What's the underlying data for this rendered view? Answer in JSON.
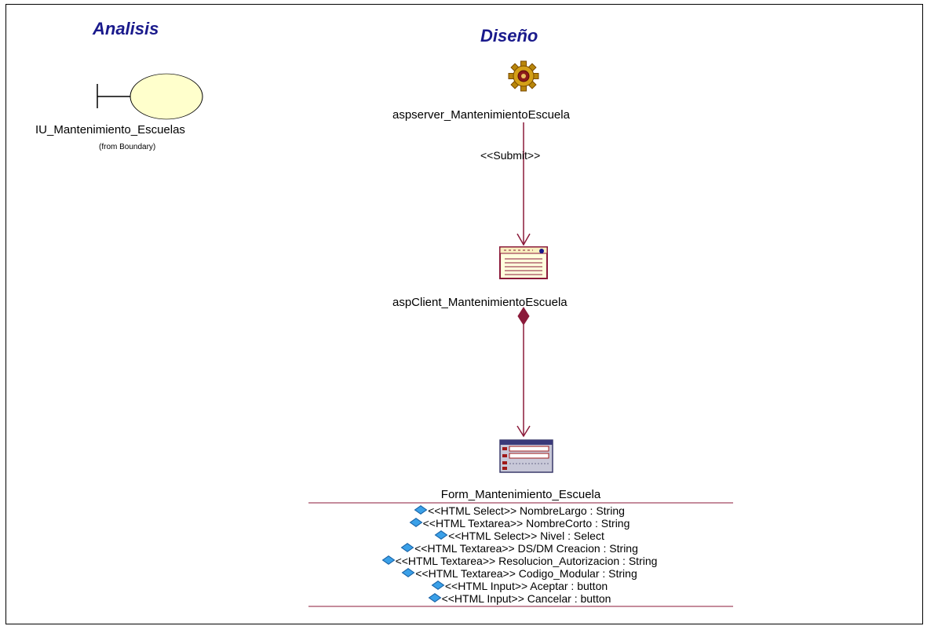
{
  "headings": {
    "analysis": "Analisis",
    "design": "Diseño"
  },
  "boundary": {
    "name": "IU_Mantenimiento_Escuelas",
    "from": "(from Boundary)"
  },
  "server_page": {
    "name": "aspserver_MantenimientoEscuela",
    "icon": "gear-icon"
  },
  "submit_link": {
    "stereotype": "<<Submit>>"
  },
  "client_page": {
    "name": "aspClient_MantenimientoEscuela",
    "icon": "client-page-icon"
  },
  "form": {
    "name": "Form_Mantenimiento_Escuela",
    "icon": "form-icon",
    "attributes": [
      "<<HTML Select>> NombreLargo : String",
      "<<HTML Textarea>> NombreCorto : String",
      "<<HTML Select>> Nivel : Select",
      "<<HTML Textarea>> DS/DM Creacion : String",
      "<<HTML Textarea>> Resolucion_Autorizacion : String",
      "<<HTML Textarea>> Codigo_Modular : String",
      "<<HTML Input>> Aceptar : button",
      "<<HTML Input>> Cancelar : button"
    ]
  },
  "colors": {
    "heading": "#1a1a8c",
    "connector": "#8b1a3a",
    "boundary_fill": "#ffffcc",
    "attribute_marker": "#3aa0e8"
  }
}
